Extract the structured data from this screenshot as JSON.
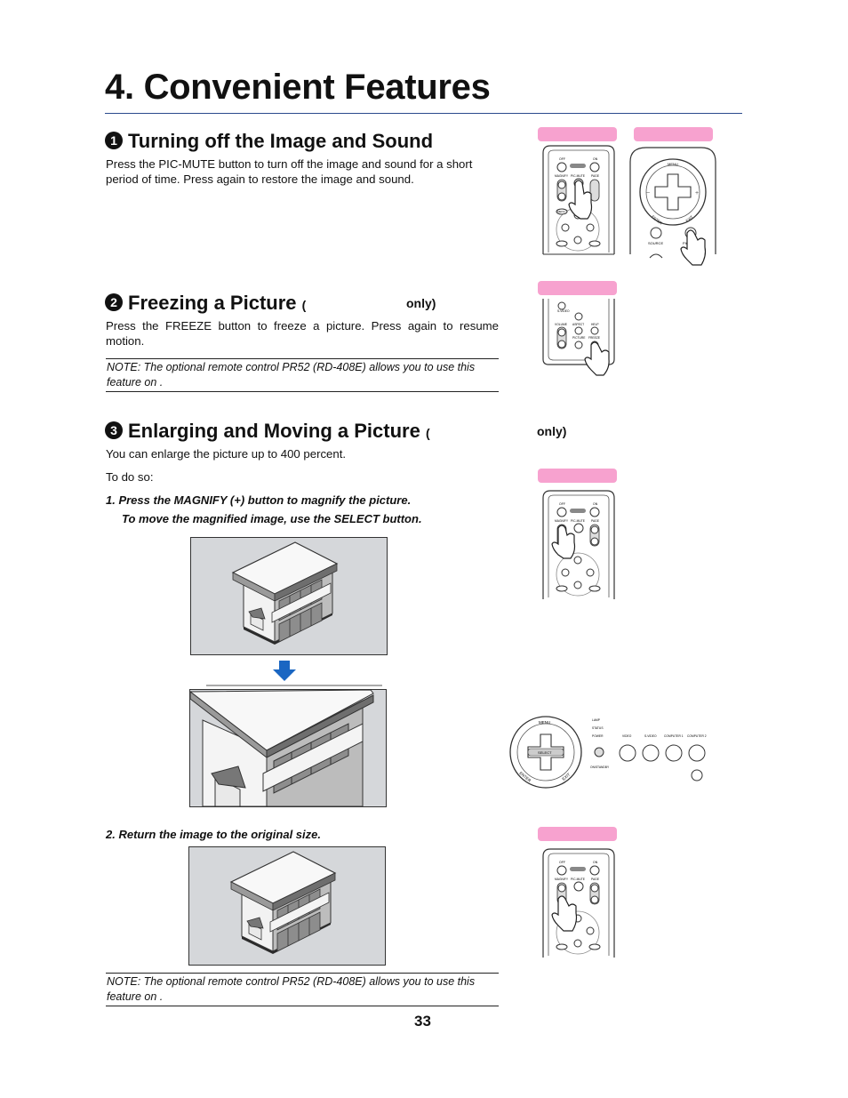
{
  "page_title": "4. Convenient Features",
  "sections": [
    {
      "number": "1",
      "heading": "Turning off the Image and Sound",
      "qualifier_open": "",
      "qualifier_close": "",
      "body": "Press the PIC-MUTE button to turn off the image and sound for a short period of time. Press again to restore the image and sound."
    },
    {
      "number": "2",
      "heading": "Freezing a Picture",
      "qualifier_open": "(",
      "qualifier_close": "only)",
      "body": "Press the FREEZE button to freeze a picture. Press again to resume motion.",
      "note": "NOTE: The optional remote control PR52 (RD-408E) allows you to use this feature on ."
    },
    {
      "number": "3",
      "heading": "Enlarging and Moving a Picture",
      "qualifier_open": "(",
      "qualifier_close": "only)",
      "intro": "You can enlarge the picture up to 400 percent.",
      "to_do": "To do so:",
      "step1_line1": "1.  Press the MAGNIFY (+) button to magnify the picture.",
      "step1_line2": "To move the magnified image, use the SELECT button.",
      "step2": "2.  Return the image to the original size.",
      "note": "NOTE: The optional remote control PR52 (RD-408E) allows you to use this feature on ."
    }
  ],
  "remote_labels": {
    "off": "OFF",
    "on": "ON",
    "power": "POWER",
    "magnify": "MAGNIFY",
    "pic_mute": "PIC-MUTE",
    "page": "PAGE",
    "menu": "MENU",
    "enter": "ENTER",
    "exit": "EXIT",
    "source": "SOURCE",
    "s_video": "S-VIDEO",
    "volume": "VOLUME",
    "aspect": "ASPECT",
    "help": "HELP",
    "picture": "PICTURE",
    "freeze": "FREEZE"
  },
  "panel_labels": {
    "menu": "MENU",
    "enter": "ENTER",
    "exit": "EXIT",
    "select": "SELECT",
    "lamp": "LAMP",
    "status": "STATUS",
    "power": "POWER",
    "video": "VIDEO",
    "s_video": "S-VIDEO",
    "computer1": "COMPUTER 1",
    "computer2": "COMPUTER 2",
    "on_standby": "ON/STANDBY"
  },
  "page_number": "33",
  "colors": {
    "title_rule": "#2a4a8c",
    "pink_label": "#f7a2cf",
    "arrow_blue": "#1a66c2",
    "image_bg": "#d5d7da"
  }
}
